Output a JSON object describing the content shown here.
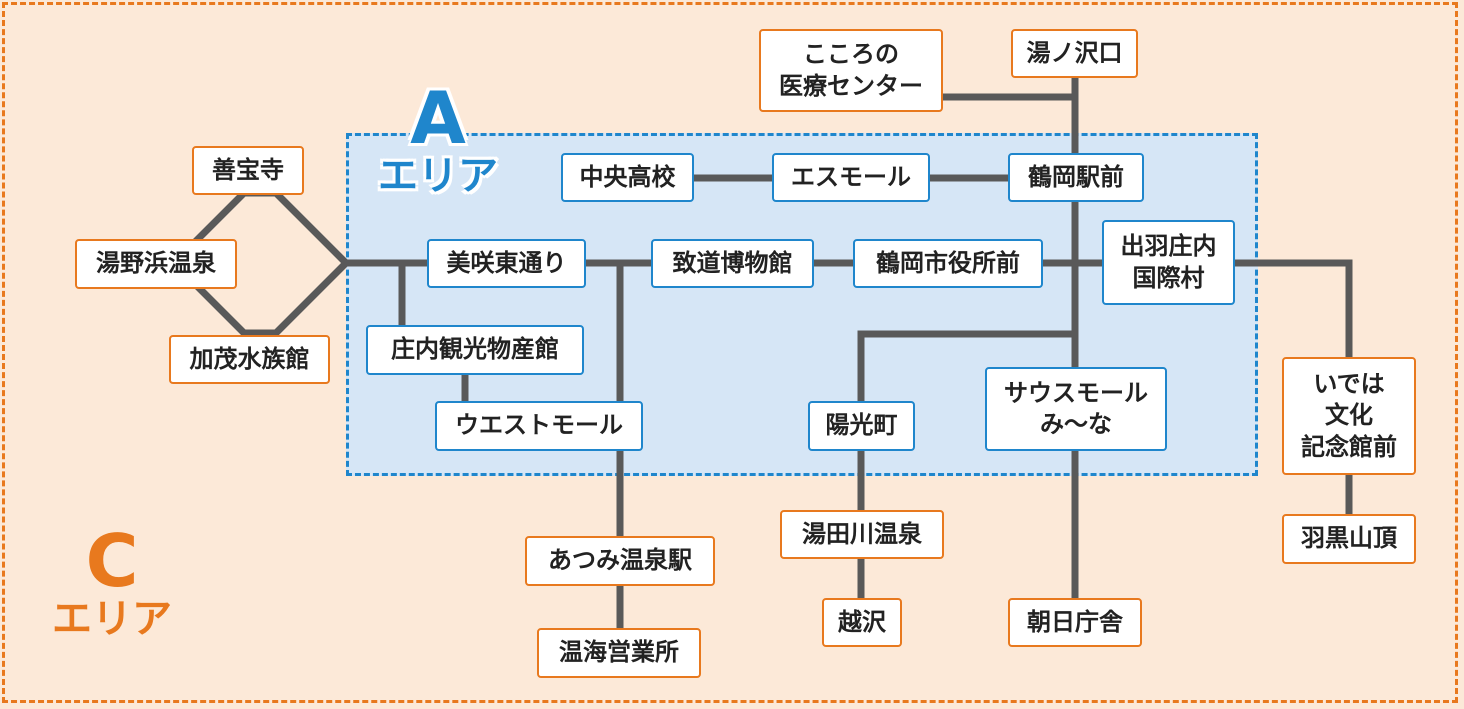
{
  "colors": {
    "background": "#fce9d8",
    "area_c_accent": "#e8791e",
    "area_a_accent": "#1f86cc",
    "area_a_fill": "#d6e6f6",
    "route_line": "#595959"
  },
  "areas": {
    "a": {
      "letter": "A",
      "word": "エリア"
    },
    "c": {
      "letter": "C",
      "word": "エリア"
    }
  },
  "stops": {
    "kokoro": "こころの\n医療センター",
    "yunosawaguchi": "湯ノ沢口",
    "zenpoji": "善宝寺",
    "chuo_koko": "中央高校",
    "s_mall": "エスモール",
    "tsuruoka_ekimae": "鶴岡駅前",
    "yunohama": "湯野浜温泉",
    "misaki_dori": "美咲東通り",
    "chido_museum": "致道博物館",
    "shiyakusho": "鶴岡市役所前",
    "dewa_shonai": "出羽庄内\n国際村",
    "kamo_aquarium": "加茂水族館",
    "kanko_bussan": "庄内観光物産館",
    "west_mall": "ウエストモール",
    "yoko_machi": "陽光町",
    "south_mall": "サウスモール\nみ〜な",
    "ideha": "いでは\n文化\n記念館前",
    "atsumi_station": "あつみ温泉駅",
    "yutagawa": "湯田川温泉",
    "haguro_summit": "羽黒山頂",
    "koshizawa": "越沢",
    "choshasha": "朝日庁舎",
    "onkai_office": "温海営業所"
  }
}
